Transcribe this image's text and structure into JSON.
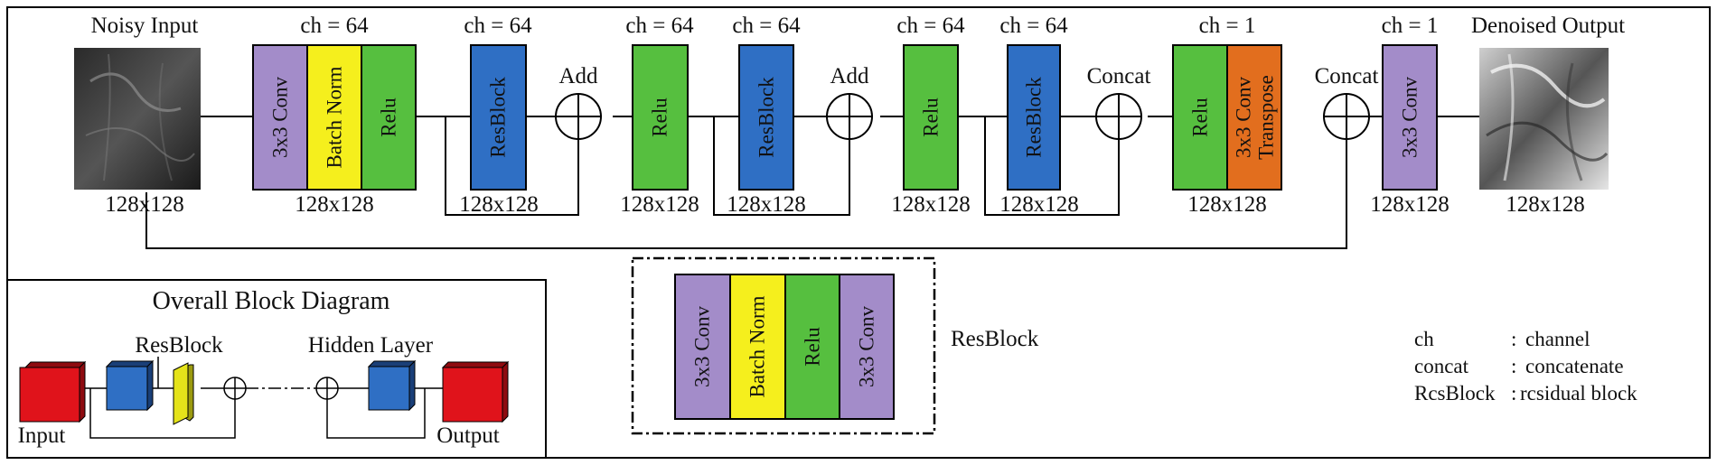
{
  "main_diagram": {
    "input_label": "Noisy Input",
    "output_label": "Denoised Output",
    "dims": [
      "128x128",
      "128x128",
      "128x128",
      "128x128",
      "128x128",
      "128x128",
      "128x128",
      "128x128",
      "128x128",
      "128x128"
    ],
    "channels": [
      "ch = 64",
      "ch = 64",
      "ch = 64",
      "ch = 64",
      "ch = 64",
      "ch = 64",
      "ch = 1",
      "ch = 1"
    ],
    "blocks": {
      "conv3x3": "3x3 Conv",
      "batch_norm": "Batch Norm",
      "relu": "Relu",
      "resblock": "ResBlock",
      "conv_transpose_line1": "3x3 Conv",
      "conv_transpose_line2": "Transpose"
    },
    "ops": [
      "Add",
      "Add",
      "Concat",
      "Concat"
    ]
  },
  "overall": {
    "title": "Overall Block Diagram",
    "resblock_label": "ResBlock",
    "hidden_label": "Hidden Layer",
    "input_label": "Input",
    "output_label": "Output"
  },
  "resblock_detail": {
    "label": "ResBlock",
    "blocks": [
      "3x3 Conv",
      "Batch Norm",
      "Relu",
      "3x3 Conv"
    ]
  },
  "legend": {
    "items": [
      {
        "key": "ch",
        "sep": ":",
        "value": "channel"
      },
      {
        "key": "concat",
        "sep": ":",
        "value": "concatenate"
      },
      {
        "key": "RcsBlock",
        "sep": ":",
        "value": "rcsidual block"
      }
    ]
  },
  "colors": {
    "conv": "#a38cc9",
    "batch_norm": "#f5ef1d",
    "relu": "#56bf3f",
    "resblock": "#2f6fc4",
    "transpose": "#e26e1e",
    "io_red": "#e0131b",
    "yellow_shape": "#e5e31a"
  }
}
